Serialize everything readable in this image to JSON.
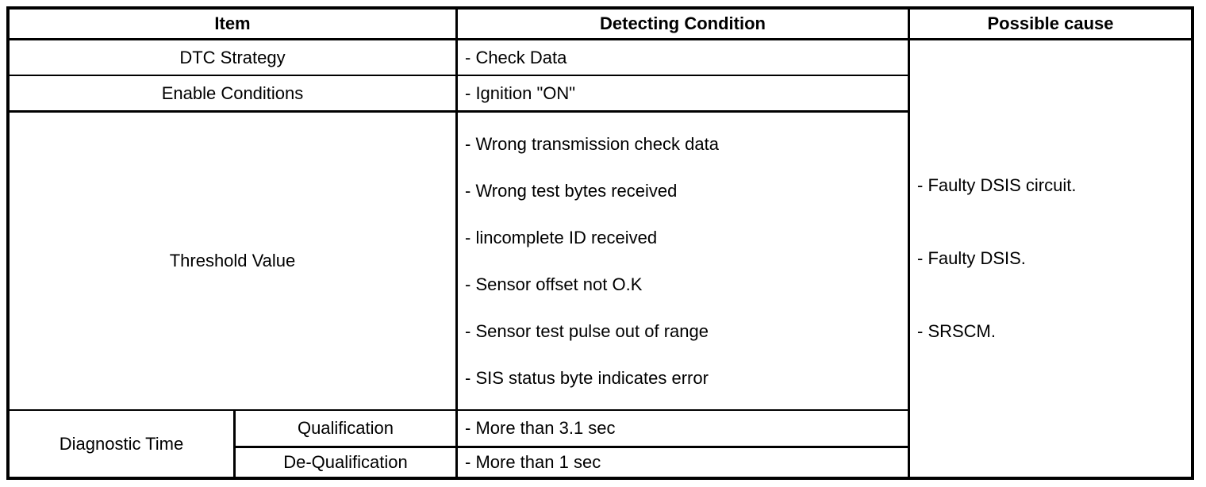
{
  "table": {
    "headers": {
      "item": "Item",
      "detecting_condition": "Detecting Condition",
      "possible_cause": "Possible cause"
    },
    "rows": {
      "dtc_strategy": {
        "item": "DTC Strategy",
        "condition": "- Check Data"
      },
      "enable_conditions": {
        "item": "Enable Conditions",
        "condition": "- Ignition \"ON\""
      },
      "threshold_value": {
        "item": "Threshold Value",
        "conditions": [
          "- Wrong transmission check data",
          "- Wrong test bytes received",
          "- lincomplete ID received",
          "- Sensor offset not O.K",
          "- Sensor test pulse out of range",
          "- SIS status byte indicates error"
        ]
      },
      "diagnostic_time": {
        "item": "Diagnostic Time",
        "qualification": {
          "label": "Qualification",
          "condition": "- More than 3.1 sec"
        },
        "de_qualification": {
          "label": "De-Qualification",
          "condition": "- More than 1 sec"
        }
      }
    },
    "possible_causes": [
      "- Faulty DSIS circuit.",
      "- Faulty DSIS.",
      "- SRSCM."
    ]
  },
  "colors": {
    "border": "#000000",
    "text": "#000000",
    "background": "#ffffff"
  }
}
